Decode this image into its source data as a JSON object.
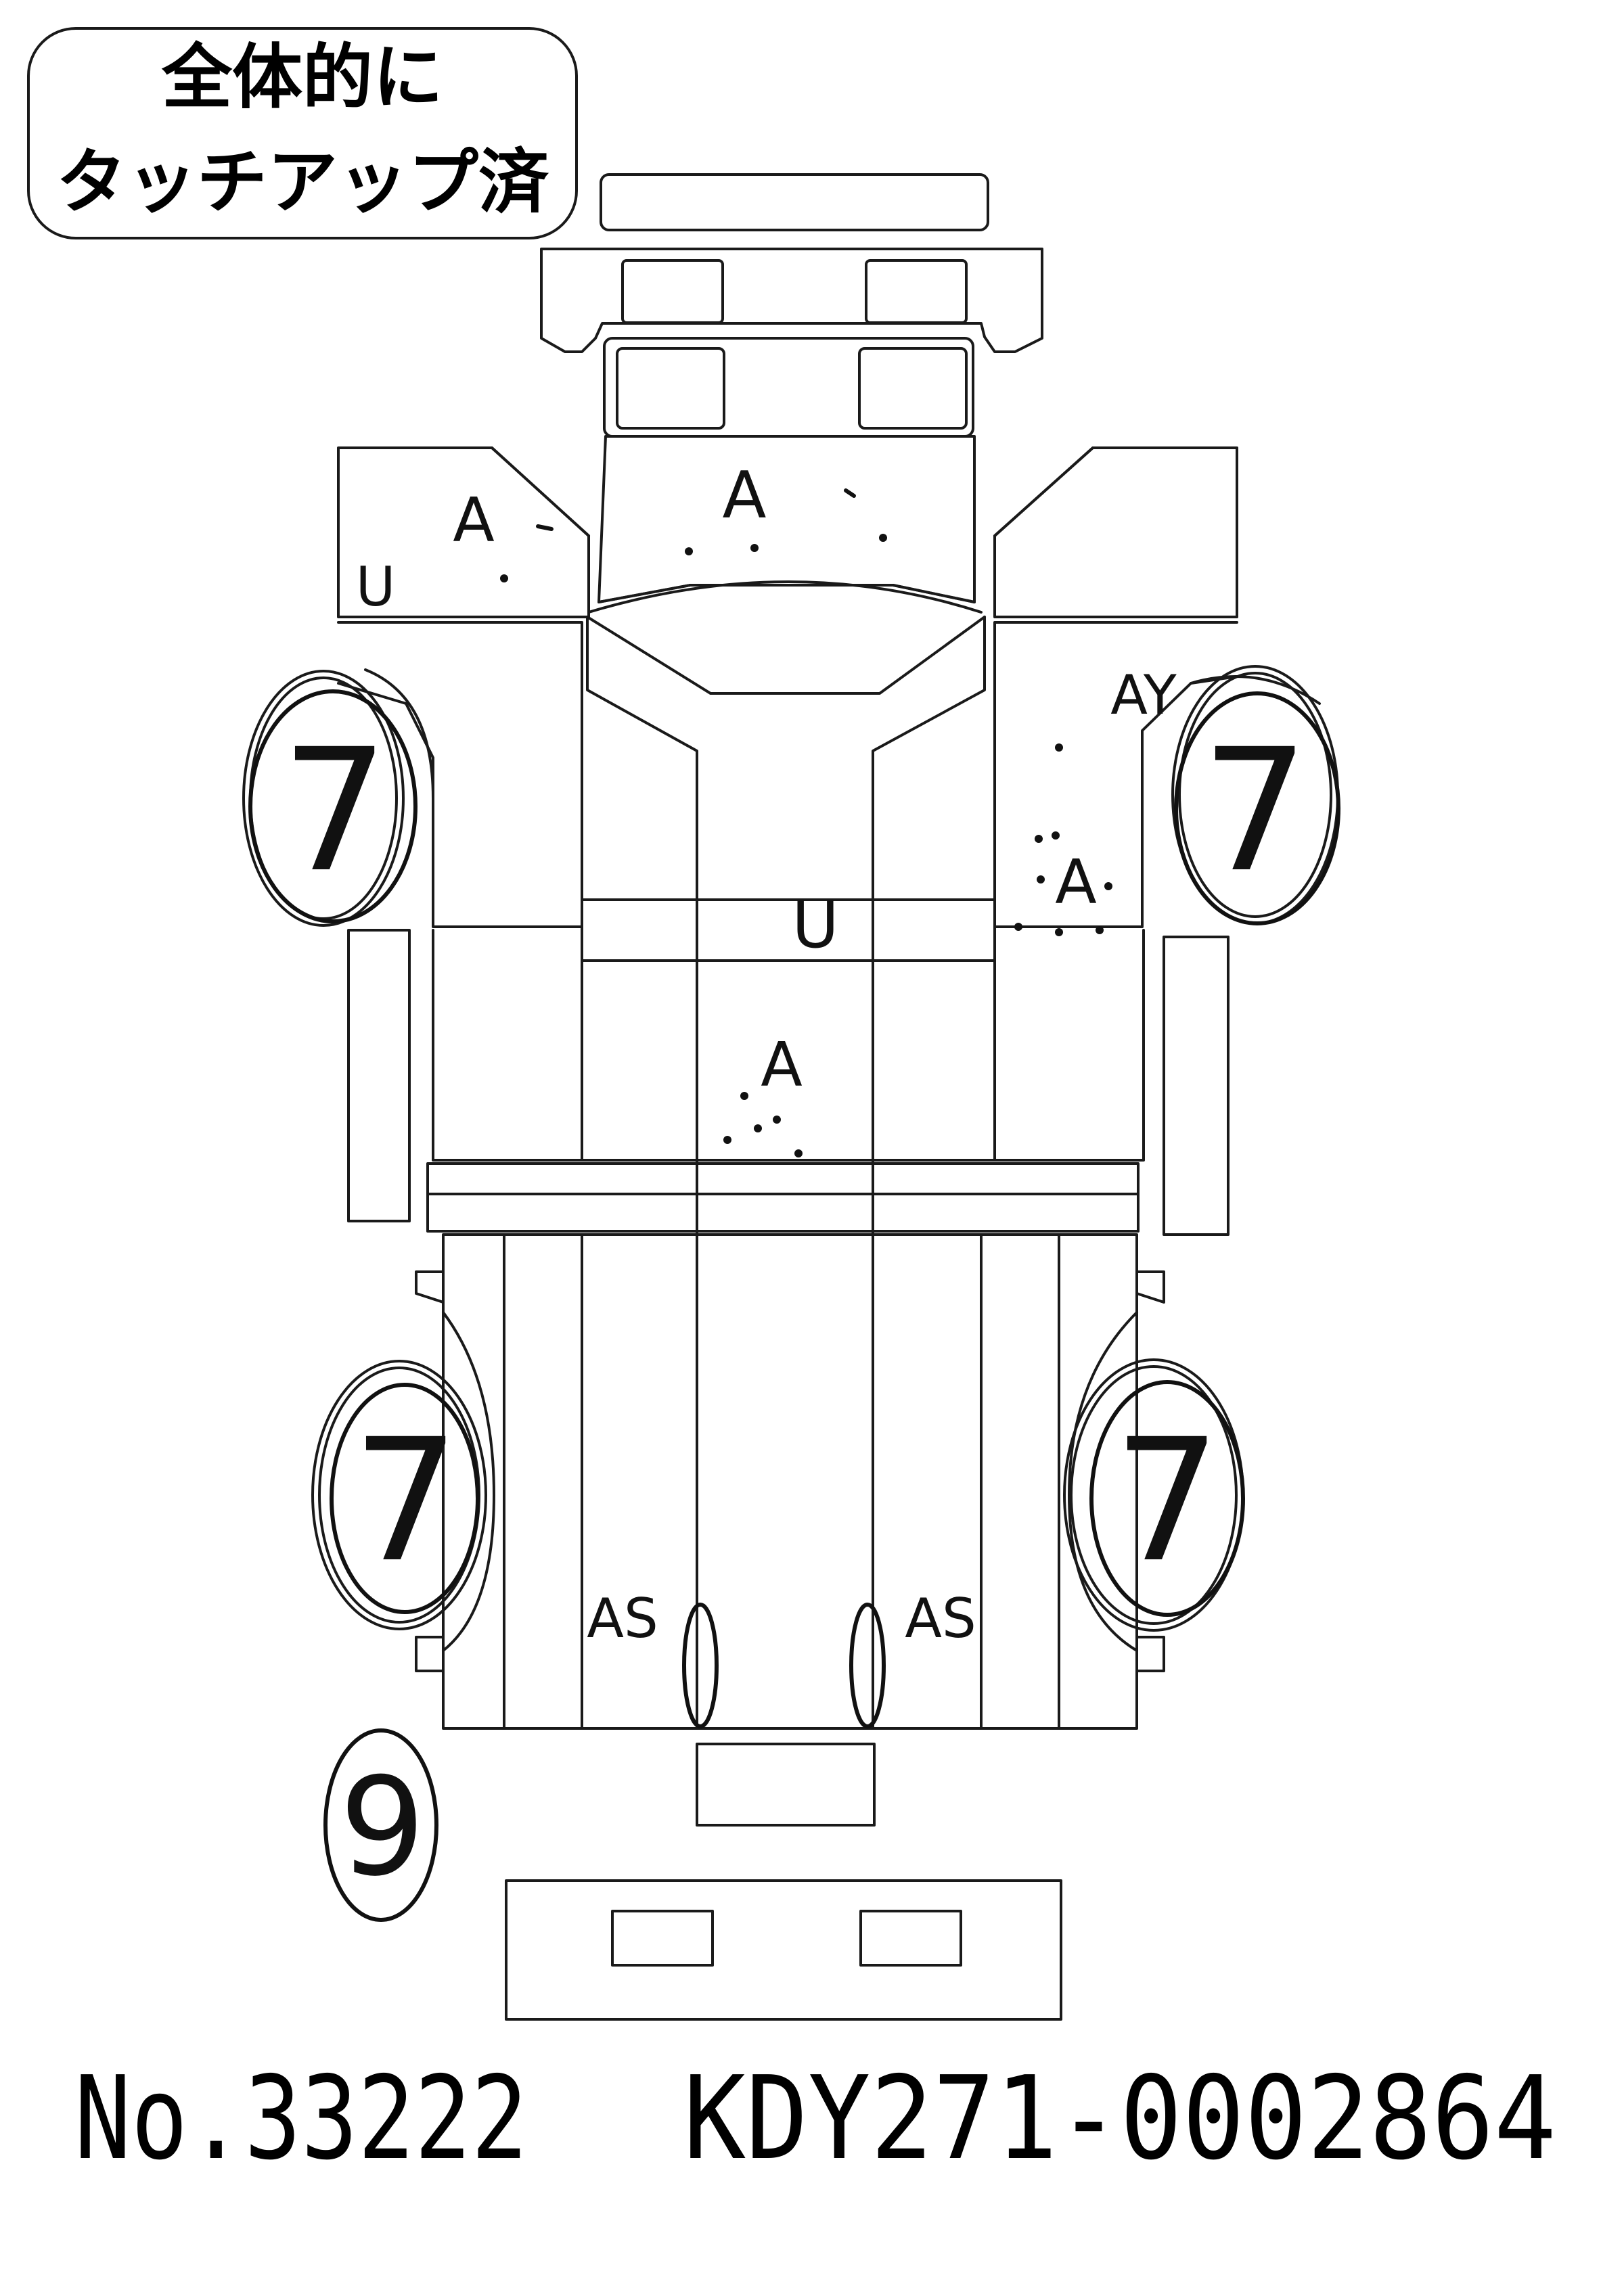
{
  "badge": {
    "line1": "全体的に",
    "line2": "タッチアップ済"
  },
  "footer": {
    "number": "No.33222",
    "frame": "KDY271-0002864"
  },
  "marks": {
    "left_cab_a": "A",
    "left_cab_u": "U",
    "roof_a": "A",
    "right_door_ay": "AY",
    "right_door_a": "A",
    "floor_u": "U",
    "floor_a": "A",
    "rear_left_as": "AS",
    "rear_right_as": "AS"
  },
  "tires": {
    "front_left": "7",
    "front_right": "7",
    "rear_left": "7",
    "rear_right": "7",
    "spare": "9"
  }
}
